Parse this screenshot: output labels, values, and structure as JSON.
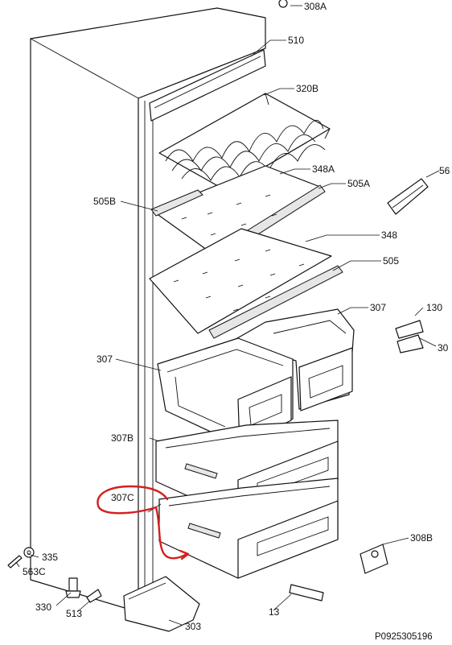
{
  "labels": {
    "l308a": "308A",
    "l510": "510",
    "l320b": "320B",
    "l348a": "348A",
    "l505a": "505A",
    "l505b": "505B",
    "l56": "56",
    "l348": "348",
    "l505": "505",
    "l307_right": "307",
    "l130": "130",
    "l30_right": "30",
    "l307_left": "307",
    "l307b": "307B",
    "l307c": "307C",
    "l308b": "308B",
    "l335": "335",
    "l563c": "563C",
    "l330": "330",
    "l513": "513",
    "l13": "13",
    "l303": "303",
    "drawing_number": "P0925305196"
  },
  "colors": {
    "line": "#111111",
    "annotation": "#d42020"
  }
}
